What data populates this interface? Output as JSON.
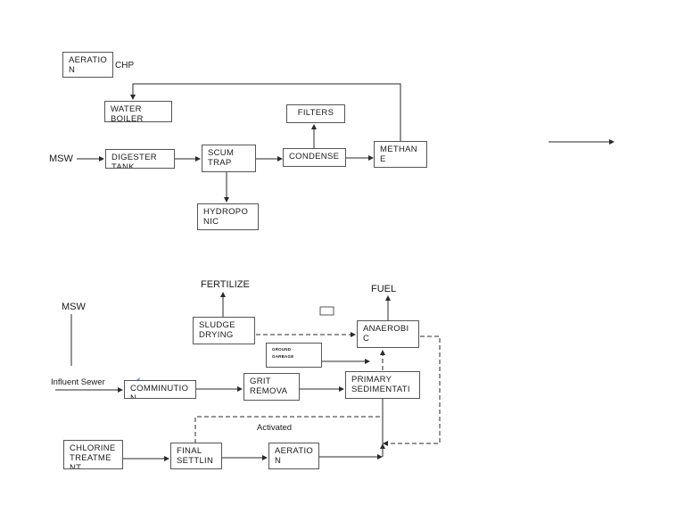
{
  "top": {
    "aeration": "AERATIO\nN",
    "chp": "CHP",
    "water_boiler": "WATER\nBOILER",
    "filters": "FILTERS",
    "msw": "MSW",
    "digester": "DIGESTER\nTANK",
    "scum_trap": "SCUM\nTRAP",
    "condense": "CONDENSE",
    "methane": "METHAN\nE",
    "hydroponic": "HYDROPO\nNIC"
  },
  "bottom": {
    "fertilize": "FERTILIZE",
    "fuel": "FUEL",
    "msw": "MSW",
    "sludge_drying": "SLUDGE\nDRYING",
    "anaerobic": "ANAEROBI\nC",
    "ground_garbage": "GROUND\nGARBAGE",
    "influent_sewer": "Influent Sewer",
    "comminution": "COMMINUTIO\nN",
    "grit_removal": "GRIT\nREMOVA",
    "primary_sedimentation": "PRIMARY\nSEDIMENTATI",
    "activated": "Activated",
    "chlorine_treatment": "CHLORINE\nTREATME\nNT",
    "final_settling": "FINAL\nSETTLIN",
    "aeration": "AERATIO\nN"
  },
  "colors": {
    "line": "#2a2a2a",
    "border": "#555555",
    "accent_tick": "#6a8fc8"
  }
}
